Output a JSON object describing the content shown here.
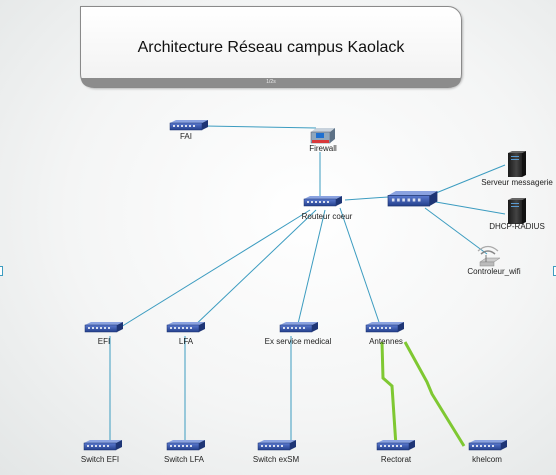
{
  "title": "Architecture Réseau campus Kaolack",
  "title_footer": "1/2s",
  "colors": {
    "device_blue": "#2f4fa0",
    "link_blue": "#3c9cc0",
    "wireless_green": "#7fc832",
    "server_dark": "#2a2a2a"
  },
  "nodes": {
    "fai": "FAI",
    "firewall": "Firewall",
    "core_router": "Routeur coeur",
    "server_messaging": "Serveur messagerie",
    "dhcp_radius": "DHCP-RADIUS",
    "wifi_controller": "Controleur_wifi",
    "efi": "EFI",
    "lfa": "LFA",
    "ex_medical": "Ex service medical",
    "antennes": "Antennes",
    "switch_efi": "Switch EFI",
    "switch_lfa": "Switch LFA",
    "switch_exsm": "Switch exSM",
    "rectorat": "Rectorat",
    "khelcom": "khelcom"
  }
}
